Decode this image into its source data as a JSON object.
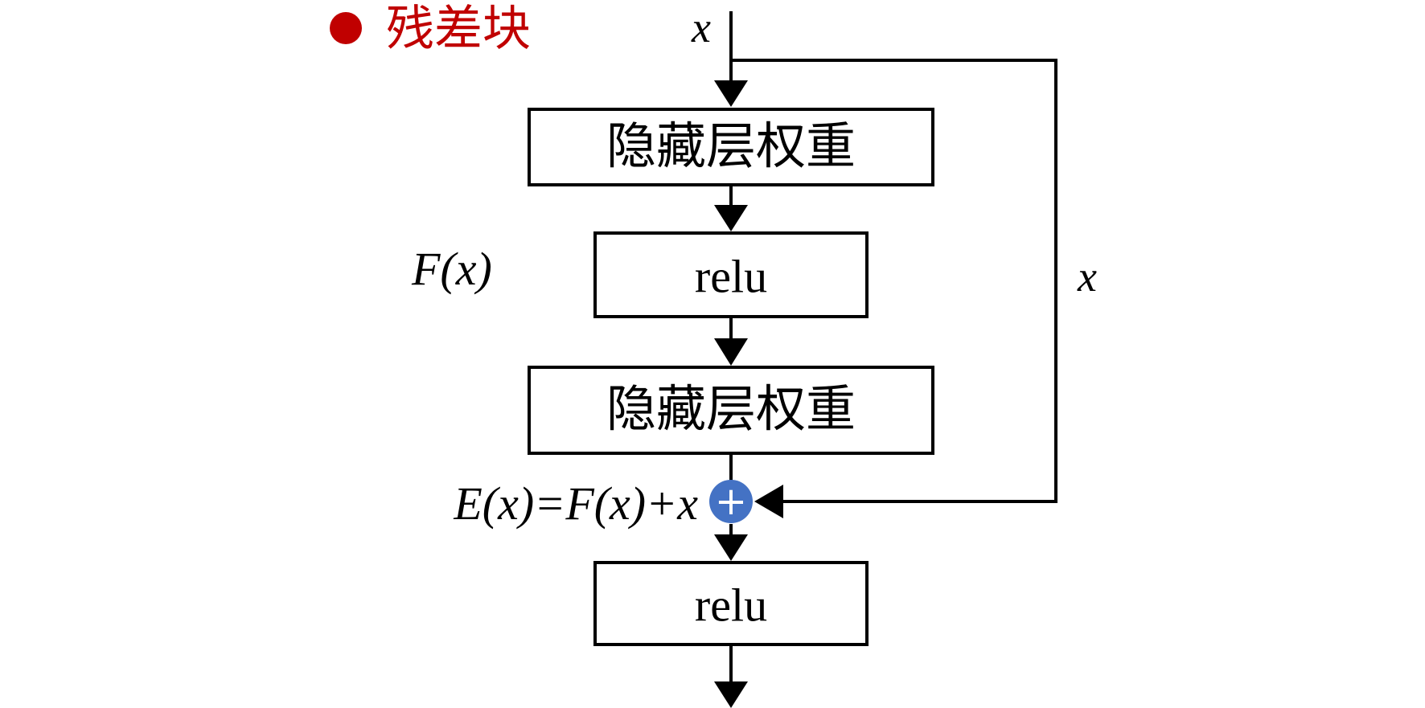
{
  "title": {
    "text": "残差块",
    "color": "#c00000"
  },
  "labels": {
    "input_x": "x",
    "skip_x": "x",
    "fx": "F(x)",
    "ex_equation": "E(x)=F(x)+x"
  },
  "boxes": [
    {
      "id": "weight-1",
      "label": "隐藏层权重"
    },
    {
      "id": "relu-1",
      "label": "relu"
    },
    {
      "id": "weight-2",
      "label": "隐藏层权重"
    },
    {
      "id": "relu-2",
      "label": "relu"
    }
  ],
  "adder": {
    "symbol": "+",
    "color": "#4472c4"
  }
}
